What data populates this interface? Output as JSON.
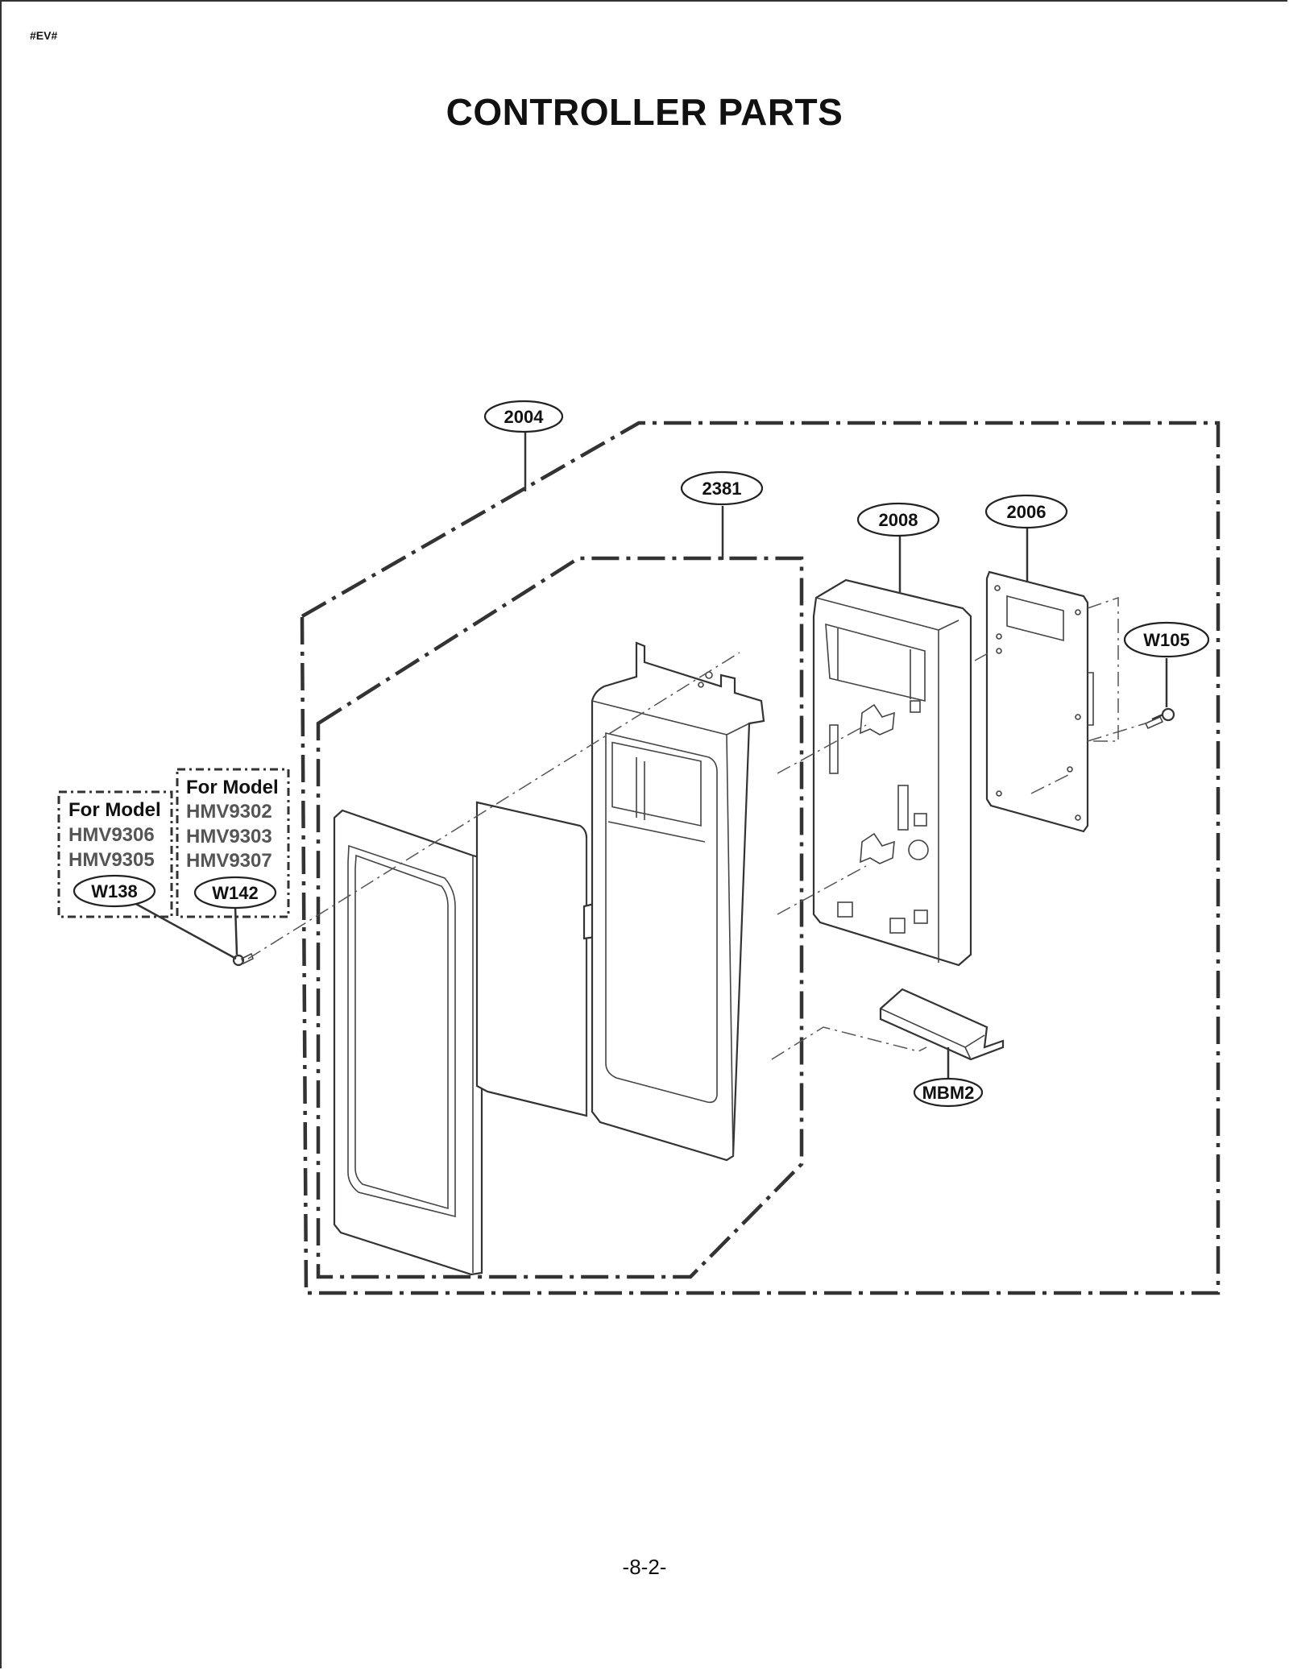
{
  "header": {
    "tag": "#EV#"
  },
  "page": {
    "title": "CONTROLLER PARTS",
    "number": "-8-2-"
  },
  "callouts": {
    "c2004": "2004",
    "c2381": "2381",
    "c2008": "2008",
    "c2006": "2006",
    "w105": "W105",
    "mbm2": "MBM2",
    "w138": "W138",
    "w142": "W142"
  },
  "model_boxes": [
    {
      "heading": "For Model",
      "models": [
        "HMV9306",
        "HMV9305"
      ],
      "part": "W138"
    },
    {
      "heading": "For Model",
      "models": [
        "HMV9302",
        "HMV9303",
        "HMV9307"
      ],
      "part": "W142"
    }
  ]
}
